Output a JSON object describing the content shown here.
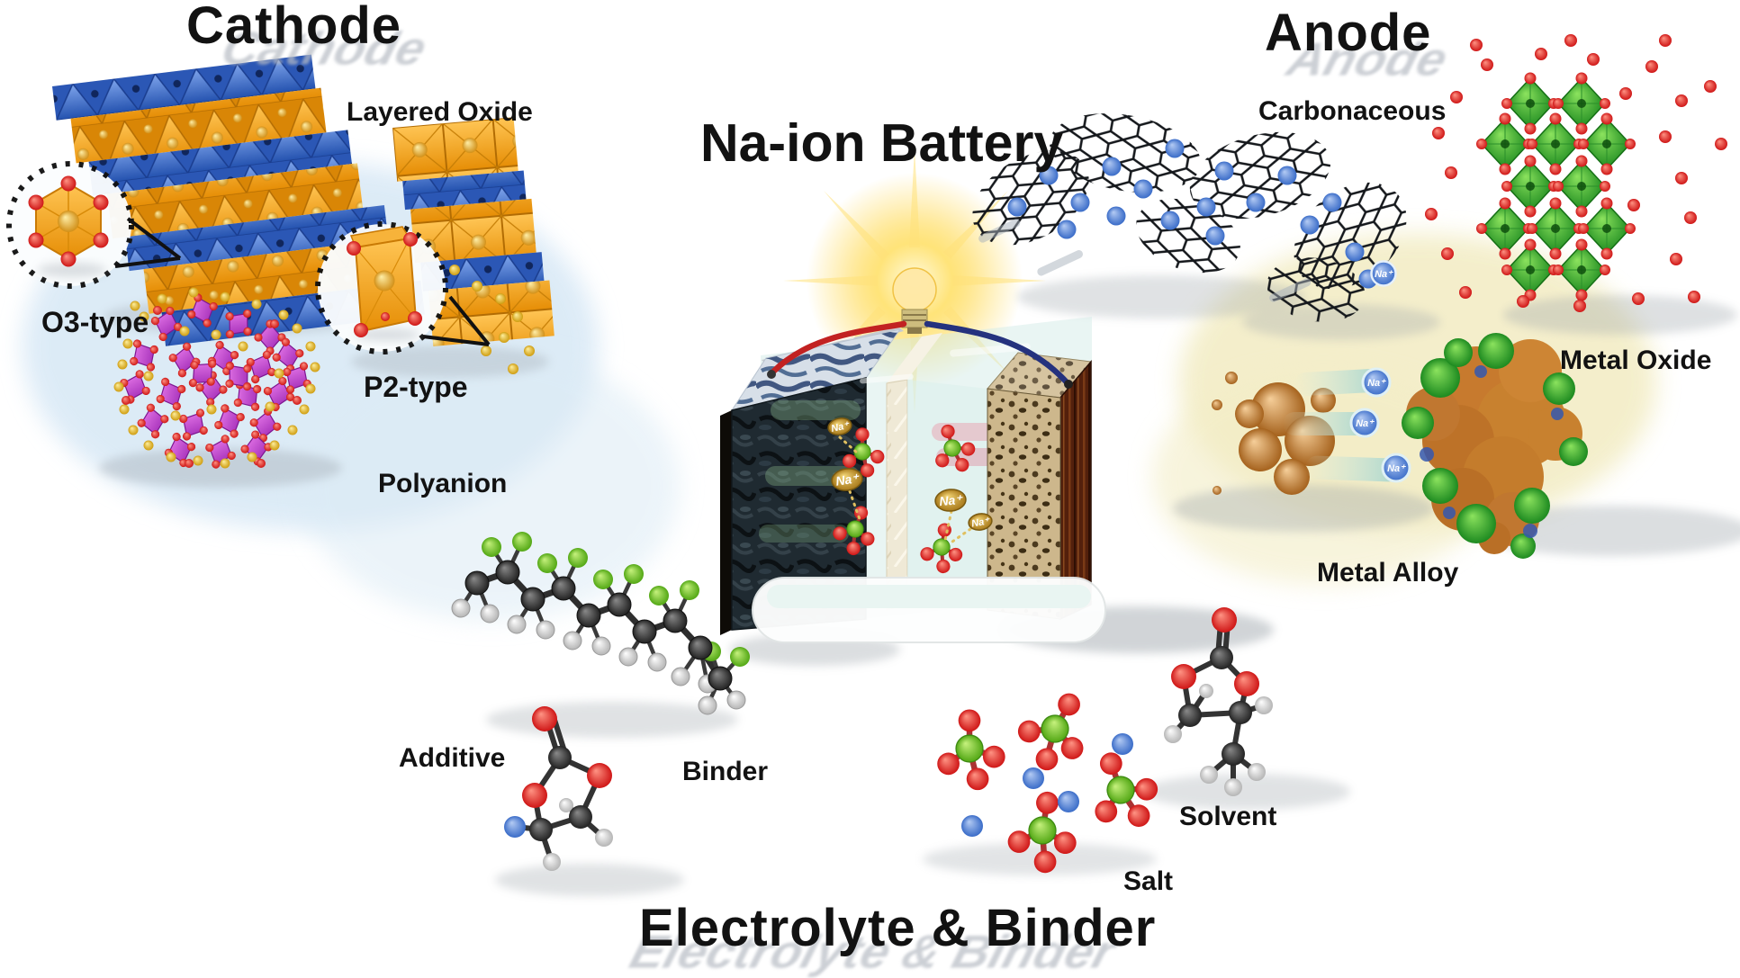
{
  "figure": {
    "title": "Na-ion Battery",
    "cathode": {
      "title": "Cathode",
      "layered_oxide": "Layered Oxide",
      "o3": "O3-type",
      "p2": "P2-type",
      "polyanion": "Polyanion"
    },
    "anode": {
      "title": "Anode",
      "carbonaceous": "Carbonaceous",
      "metal_oxide": "Metal Oxide",
      "metal_alloy": "Metal Alloy"
    },
    "electrolyte": {
      "title": "Electrolyte & Binder",
      "additive": "Additive",
      "binder": "Binder",
      "salt": "Salt",
      "solvent": "Solvent"
    },
    "ions": {
      "na": "Na⁺"
    },
    "colors": {
      "cathode_orange": "#f0960f",
      "cathode_blue": "#3a66c8",
      "polyanion_purple": "#b238c0",
      "metal_oxide_green": "#2fa12f",
      "carbon_black": "#15181c",
      "na_ion_blue": "#4a7ad0",
      "na_ion_gold": "#b8860b",
      "oxygen_red": "#d42020",
      "fluorine_green": "#66c621",
      "bulb_glow_yellow": "#ffd84d"
    }
  }
}
